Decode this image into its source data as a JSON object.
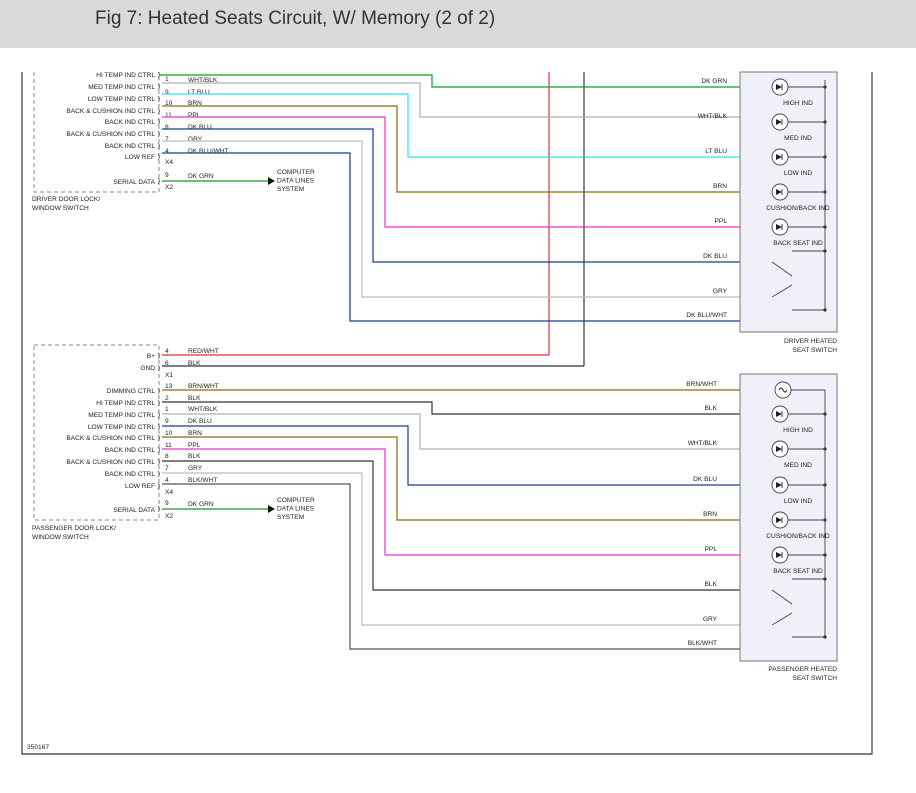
{
  "header": {
    "title": "Fig 7: Heated Seats Circuit, W/ Memory (2 of 2)"
  },
  "figure_id": "350167",
  "colors": {
    "WHT/BLK": "#b0b0b0",
    "LT BLU": "#33e0ee",
    "BRN": "#8a6a10",
    "PPL": "#e633cc",
    "DK BLU": "#1a3d8a",
    "GRY": "#bdbdbd",
    "DK BLU/WHT": "#1a3d8a",
    "DK GRN": "#169c1c",
    "RED/WHT": "#e03030",
    "BLK": "#333333",
    "BRN/WHT": "#8a6a10",
    "BLK/WHT": "#555555",
    "TRUNK_RED": "#e03030",
    "TRUNK_BLK": "#333333"
  },
  "driver": {
    "module_name": [
      "DRIVER DOOR LOCK/",
      "WINDOW SWITCH"
    ],
    "connector_x4": "X4",
    "connector_x2": "X2",
    "pins": [
      {
        "label": "HI TEMP IND CTRL",
        "pin": "1",
        "wire": "WHT/BLK"
      },
      {
        "label": "MED TEMP IND CTRL",
        "pin": "9",
        "wire": "LT BLU"
      },
      {
        "label": "LOW TEMP IND CTRL",
        "pin": "10",
        "wire": "BRN"
      },
      {
        "label": "BACK & CUSHION IND CTRL",
        "pin": "11",
        "wire": "PPL"
      },
      {
        "label": "BACK IND CTRL",
        "pin": "8",
        "wire": "DK BLU"
      },
      {
        "label": "BACK & CUSHION IND CTRL",
        "pin": "7",
        "wire": "GRY"
      },
      {
        "label": "BACK IND CTRL",
        "pin": "4",
        "wire": "DK BLU/WHT"
      },
      {
        "label": "LOW REF",
        "pin": "",
        "wire": ""
      }
    ],
    "serial": {
      "label": "SERIAL DATA",
      "pin": "9",
      "wire": "DK GRN",
      "dest": [
        "COMPUTER",
        "DATA LINES",
        "SYSTEM"
      ]
    },
    "switch_name": [
      "DRIVER HEATED",
      "SEAT SWITCH"
    ],
    "right_wires": [
      "DK GRN",
      "WHT/BLK",
      "LT BLU",
      "BRN",
      "PPL",
      "DK BLU",
      "GRY",
      "DK BLU/WHT"
    ],
    "indicators": [
      "HIGH IND",
      "MED IND",
      "LOW IND",
      "CUSHION/BACK IND",
      "BACK SEAT IND"
    ]
  },
  "passenger": {
    "module_name": [
      "PASSENGER DOOR LOCK/",
      "WINDOW SWITCH"
    ],
    "connector_x1": "X1",
    "connector_x4": "X4",
    "connector_x2": "X2",
    "power_pins": [
      {
        "label": "B+",
        "pin": "4",
        "wire": "RED/WHT"
      },
      {
        "label": "GND",
        "pin": "6",
        "wire": "BLK"
      }
    ],
    "pins": [
      {
        "label": "DIMMING CTRL",
        "pin": "13",
        "wire": "BRN/WHT"
      },
      {
        "label": "HI TEMP IND CTRL",
        "pin": "2",
        "wire": "BLK"
      },
      {
        "label": "MED TEMP IND CTRL",
        "pin": "1",
        "wire": "WHT/BLK"
      },
      {
        "label": "LOW TEMP IND CTRL",
        "pin": "9",
        "wire": "DK BLU"
      },
      {
        "label": "BACK & CUSHION IND CTRL",
        "pin": "10",
        "wire": "BRN"
      },
      {
        "label": "BACK IND CTRL",
        "pin": "11",
        "wire": "PPL"
      },
      {
        "label": "BACK & CUSHION IND CTRL",
        "pin": "8",
        "wire": "BLK"
      },
      {
        "label": "BACK IND CTRL",
        "pin": "7",
        "wire": "GRY"
      },
      {
        "label": "LOW REF",
        "pin": "4",
        "wire": "BLK/WHT"
      }
    ],
    "serial": {
      "label": "SERIAL DATA",
      "pin": "9",
      "wire": "DK GRN",
      "dest": [
        "COMPUTER",
        "DATA LINES",
        "SYSTEM"
      ]
    },
    "switch_name": [
      "PASSENGER HEATED",
      "SEAT SWITCH"
    ],
    "right_wires": [
      "BRN/WHT",
      "BLK",
      "WHT/BLK",
      "DK BLU",
      "BRN",
      "PPL",
      "BLK",
      "GRY",
      "BLK/WHT"
    ],
    "indicators": [
      "HIGH IND",
      "MED IND",
      "LOW IND",
      "CUSHION/BACK IND",
      "BACK SEAT IND"
    ]
  }
}
